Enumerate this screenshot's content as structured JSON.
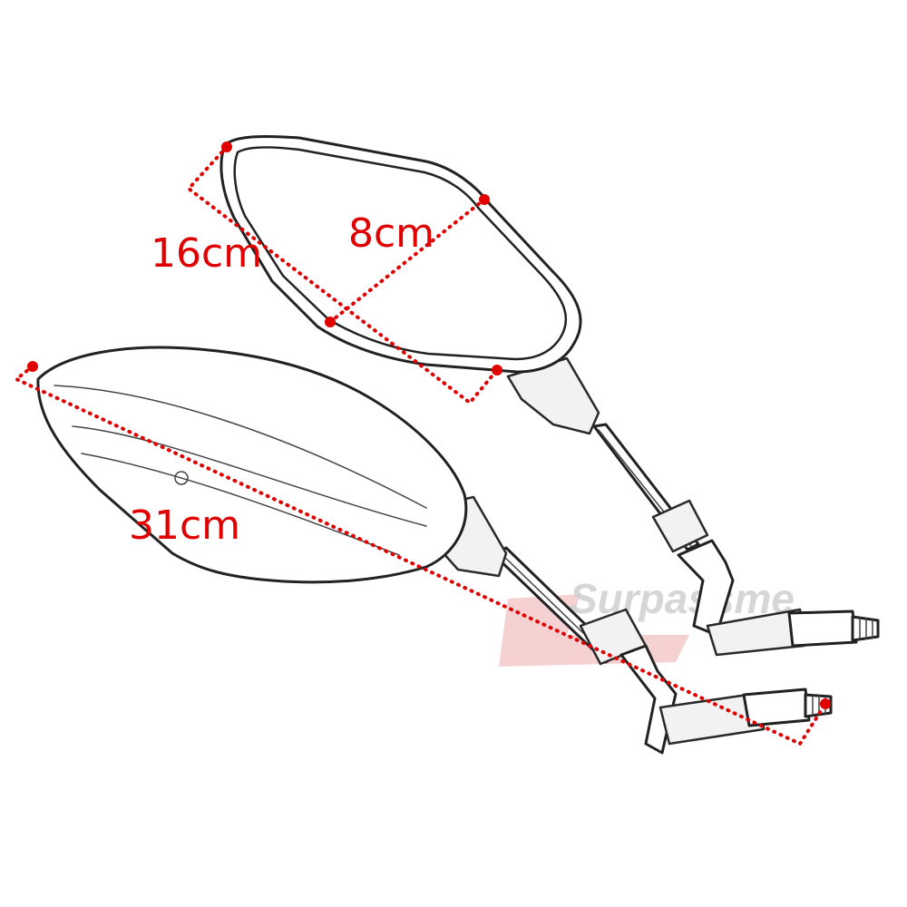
{
  "colors": {
    "dimension": "#e00000",
    "logo_text": "#cfcfcf",
    "logo_shape": "#f3c6c6",
    "outline": "#222222"
  },
  "dimensions": {
    "height_label": "16cm",
    "width_label": "8cm",
    "length_label": "31cm"
  },
  "watermark": {
    "brand": "Surpassme"
  },
  "icons": {
    "upper_mirror": "motorcycle-mirror-icon",
    "lower_mirror": "motorcycle-mirror-icon"
  }
}
